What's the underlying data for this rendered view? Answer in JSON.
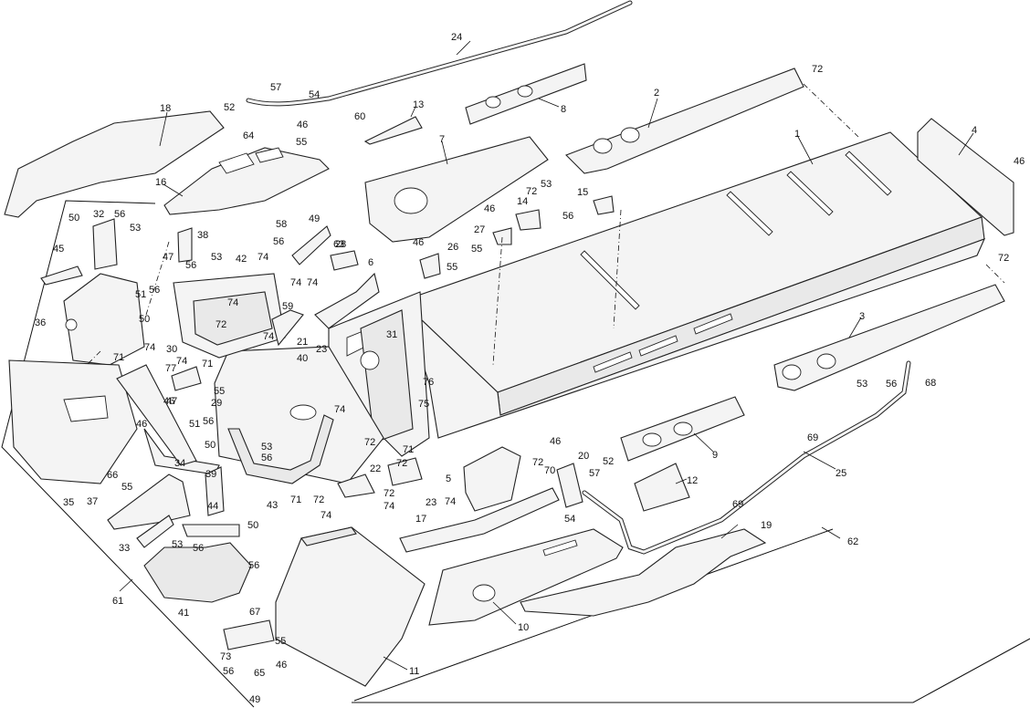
{
  "callouts": [
    "1",
    "2",
    "3",
    "4",
    "5",
    "6",
    "7",
    "8",
    "9",
    "10",
    "11",
    "12",
    "13",
    "14",
    "15",
    "16",
    "17",
    "18",
    "19",
    "20",
    "21",
    "22",
    "23",
    "24",
    "25",
    "26",
    "27",
    "28",
    "29",
    "30",
    "31",
    "32",
    "33",
    "34",
    "35",
    "36",
    "37",
    "38",
    "39",
    "40",
    "41",
    "42",
    "43",
    "44",
    "45",
    "46",
    "47",
    "49",
    "50",
    "51",
    "52",
    "53",
    "54",
    "55",
    "56",
    "57",
    "58",
    "59",
    "60",
    "61",
    "62",
    "63",
    "64",
    "65",
    "66",
    "67",
    "68",
    "69",
    "70",
    "71",
    "72",
    "73",
    "74",
    "75",
    "76",
    "77"
  ]
}
